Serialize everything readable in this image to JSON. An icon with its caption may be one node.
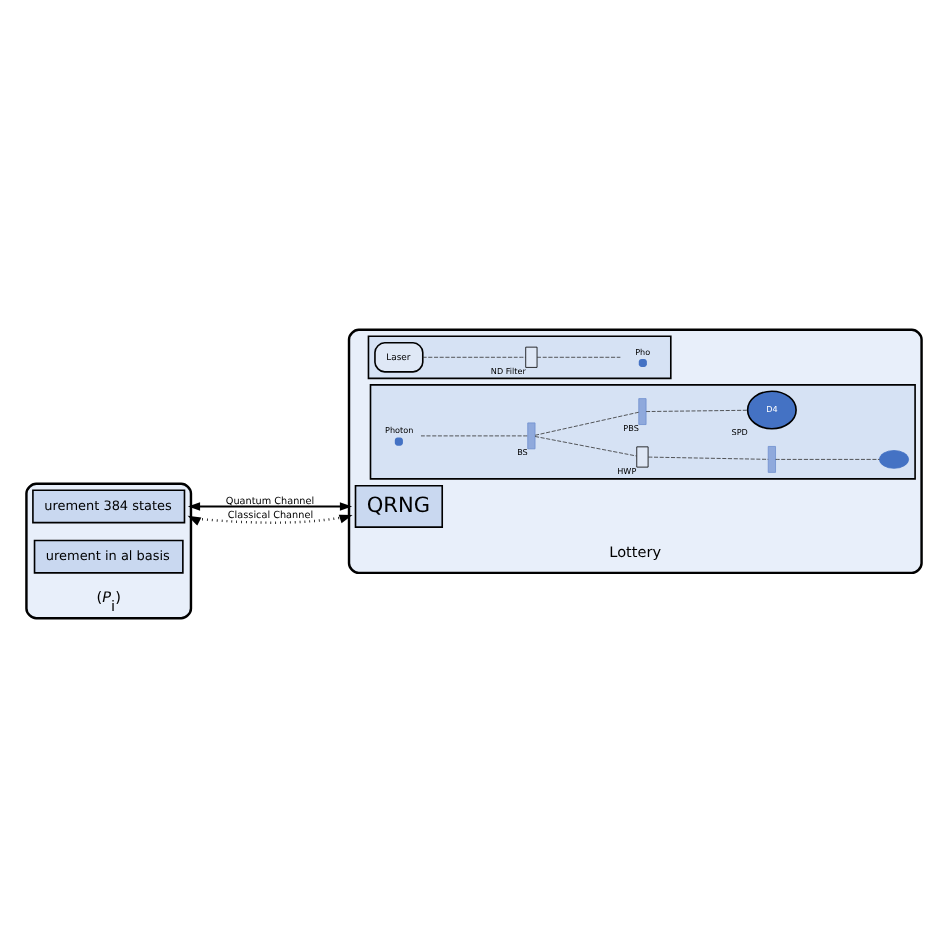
{
  "diagram": {
    "nodes": [
      {
        "text": [],
        "shape": "box",
        "beside": [
          "(*P*$_{i}$)"
        ]
      },
      {
        "text": [
          "urement 384 states"
        ],
        "in": 0
      },
      {
        "text": [
          "urement in al basis"
        ],
        "in": 0
      },
      {
        "text": [],
        "shape": "box",
        "beside": [
          "Lottery"
        ]
      },
      {
        "text": [
          "QRNG"
        ],
        "in": 3
      },
      {
        "text": [],
        "shape": "box",
        "in": 3
      },
      {
        "text": [
          "Laser"
        ],
        "in": 5
      },
      {
        "text": [],
        "shape": "box",
        "beside": [
          "ND Filter"
        ],
        "in": 5
      },
      {
        "text": [],
        "shape": "circle",
        "beside": [
          "Pho"
        ],
        "in": 5
      },
      {
        "text": [],
        "shape": "box",
        "in": 3
      },
      {
        "text": [],
        "shape": "circle",
        "beside": [
          "Photon"
        ],
        "in": 9
      },
      {
        "text": [],
        "shape": "bar",
        "beside": [
          "BS"
        ],
        "in": 9
      },
      {
        "text": [],
        "shape": "box",
        "beside": [
          "HWP"
        ],
        "in": 9
      },
      {
        "text": [],
        "shape": "bar",
        "in": 9
      },
      {
        "text": [],
        "shape": "bar",
        "beside": [
          "PBS"
        ],
        "in": 9
      },
      {
        "text": [
          "D4"
        ],
        "beside": [
          "SPD"
        ],
        "in": 9
      },
      {
        "text": [],
        "shape": "detector",
        "in": 9
      }
    ],
    "edges": [
      {
        "from": 3,
        "to": 0,
        "arrow": "both",
        "label": "Quantum Channel"
      },
      {
        "from": 3,
        "to": 0,
        "arrow": "both",
        "label": "Classical Channel",
        "style": "dashed"
      },
      {
        "from": 6,
        "to": 7,
        "arrow": "none",
        "style": "dashed"
      },
      {
        "from": 7,
        "to": 8,
        "arrow": "none",
        "style": "dashed"
      },
      {
        "from": 10,
        "to": 11,
        "arrow": "none",
        "style": "dashed"
      },
      {
        "from": 11,
        "to": 12,
        "arrow": "none",
        "style": "dashed"
      },
      {
        "from": 12,
        "to": 13,
        "arrow": "none",
        "style": "dashed"
      },
      {
        "from": 13,
        "to": 16,
        "arrow": "none",
        "style": "dashed"
      },
      {
        "from": 11,
        "to": 14,
        "arrow": "none",
        "style": "dashed"
      },
      {
        "from": 14,
        "to": 15,
        "arrow": "none",
        "style": "dashed"
      }
    ]
  }
}
